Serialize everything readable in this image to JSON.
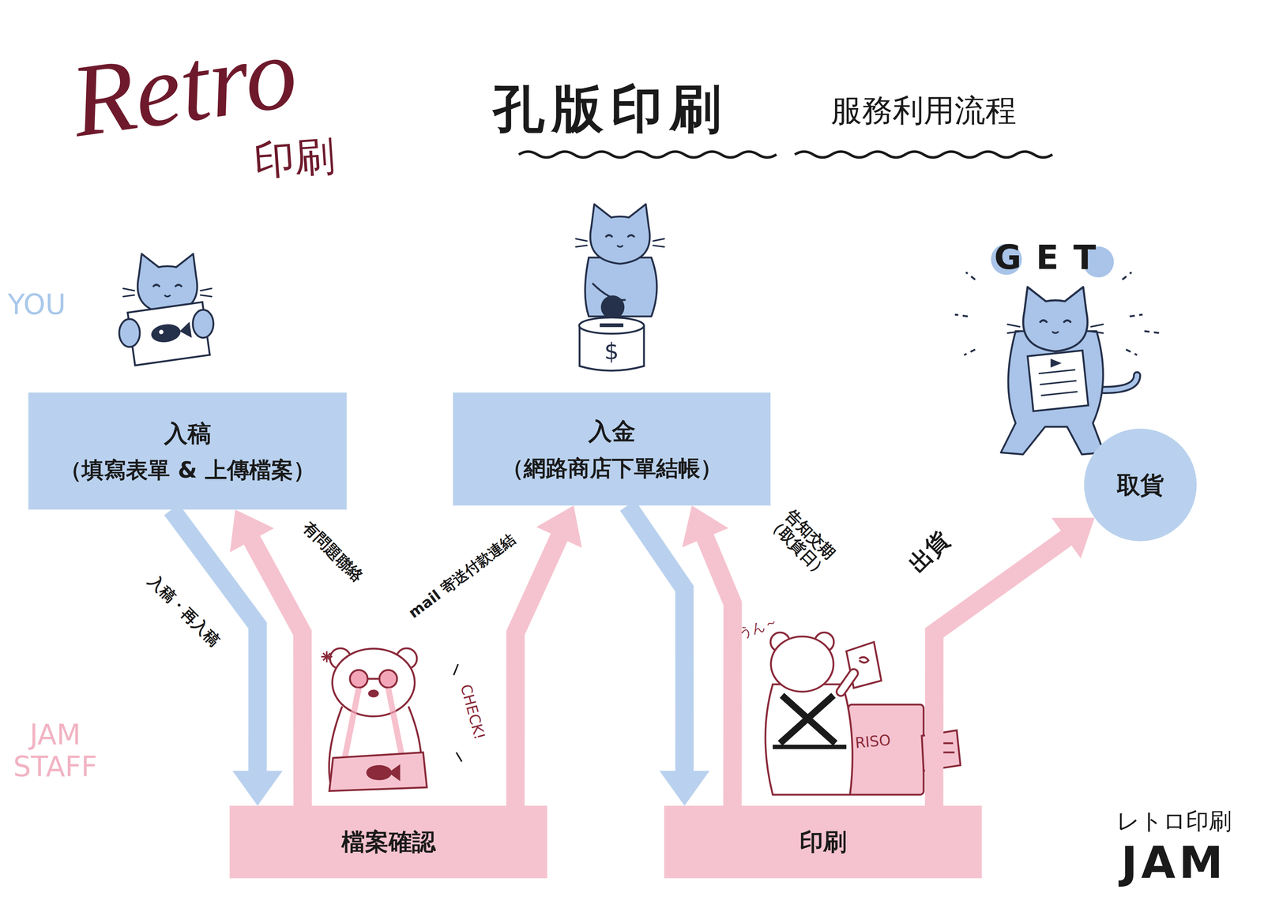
{
  "diagram": {
    "title": "孔版印刷",
    "nodes": [
      {
        "text": [
          "入稿",
          "（填寫表單 & 上傳檔案）"
        ]
      },
      {
        "text": [
          "入金",
          "（網路商店下單結帳）"
        ]
      },
      {
        "text": [
          "取貨"
        ]
      },
      {
        "text": [
          "檔案確認"
        ]
      },
      {
        "text": [
          "印刷"
        ]
      }
    ],
    "edges": [
      {
        "from": 0,
        "to": 3,
        "label": "入稿・再入稿",
        "arrow": "to"
      },
      {
        "from": 3,
        "to": 0,
        "label": "有問題聯絡",
        "arrow": "to"
      },
      {
        "from": 3,
        "to": 1,
        "label": "mail 寄送付款連結",
        "arrow": "to"
      },
      {
        "from": 1,
        "to": 4,
        "arrow": "to"
      },
      {
        "from": 4,
        "to": 1,
        "label": "告知交期 （取貨日）",
        "arrow": "to"
      },
      {
        "from": 4,
        "to": 2,
        "label": "出貨",
        "arrow": "to"
      }
    ],
    "labels": [
      "Retro",
      "印刷",
      "服務利用流程",
      "YOU",
      "JAM STAFF",
      "GET",
      "$",
      "CHECK!",
      "うん～",
      "RISO",
      "レトロ印刷",
      "JAM"
    ]
  }
}
